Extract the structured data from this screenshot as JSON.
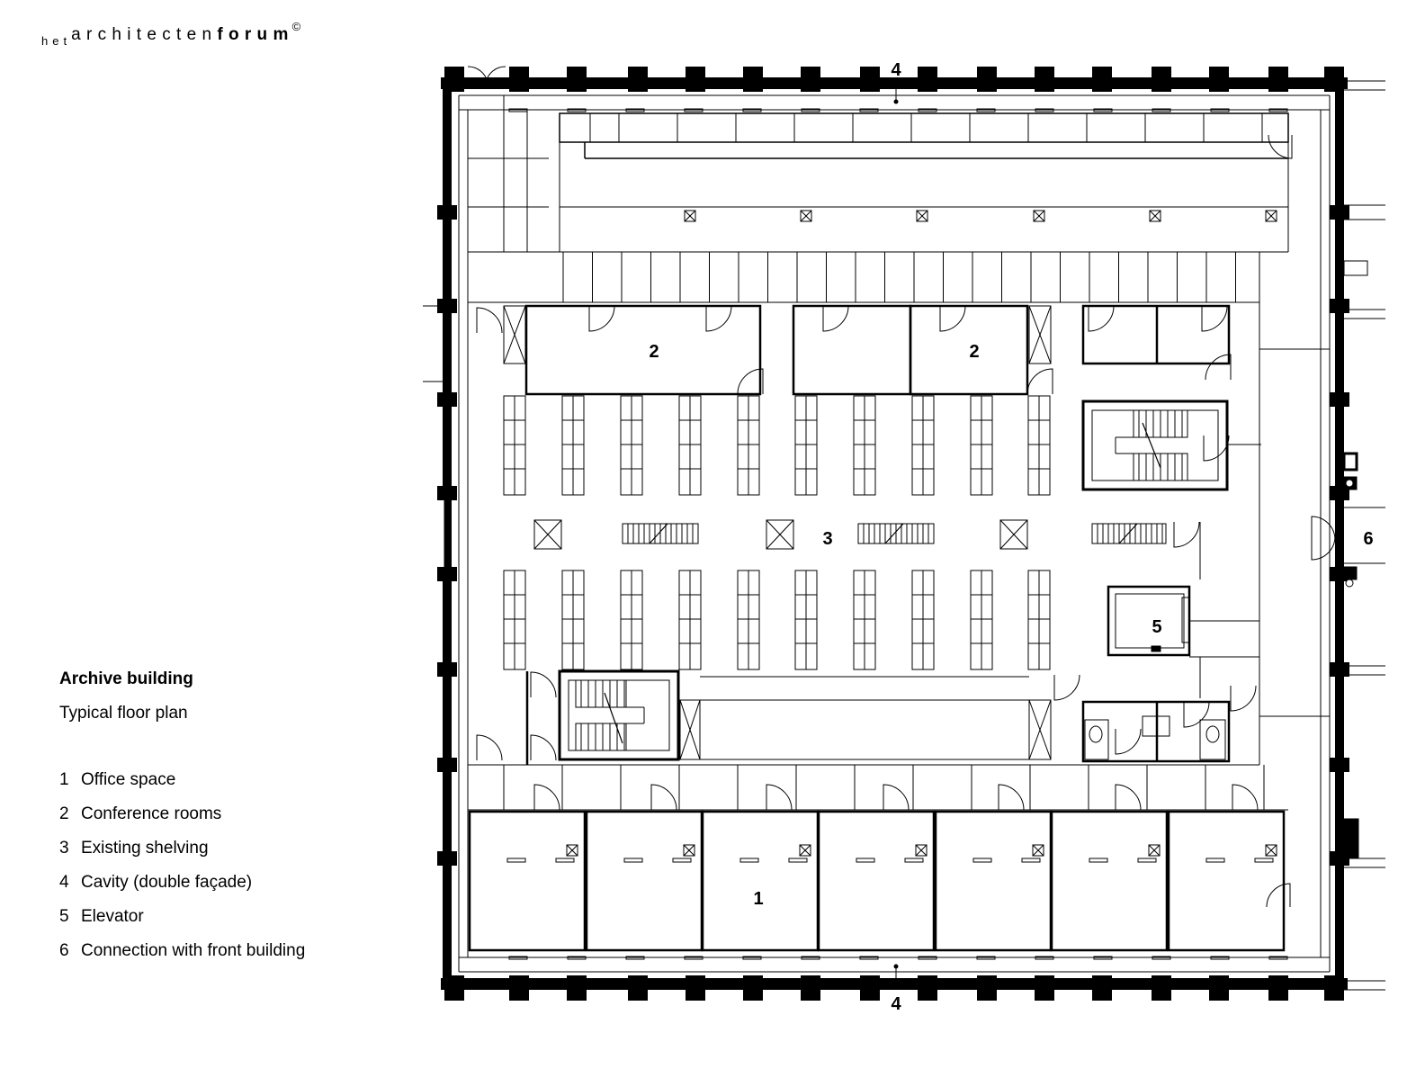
{
  "logo": {
    "het": "het",
    "architecten": "architecten",
    "forum": "forum",
    "copyright": "©"
  },
  "legend": {
    "title": "Archive building",
    "subtitle": "Typical floor plan",
    "items": [
      {
        "num": "1",
        "label": "Office space"
      },
      {
        "num": "2",
        "label": "Conference rooms"
      },
      {
        "num": "3",
        "label": "Existing shelving"
      },
      {
        "num": "4",
        "label": "Cavity (double façade)"
      },
      {
        "num": "5",
        "label": "Elevator"
      },
      {
        "num": "6",
        "label": "Connection with front building"
      }
    ]
  },
  "plan_labels": {
    "office": "1",
    "conference": "2",
    "shelving": "3",
    "cavity": "4",
    "elevator": "5",
    "connection": "6"
  },
  "colors": {
    "ink": "#000000",
    "paper": "#ffffff"
  }
}
